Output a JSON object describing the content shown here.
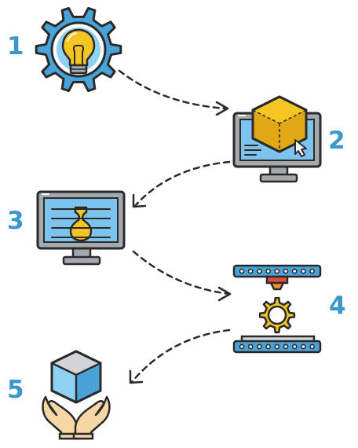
{
  "colors": {
    "number": "#3b96c9",
    "outline": "#2a2a2a",
    "blue": "#4aa3d8",
    "light_blue": "#8ed1f3",
    "screen_blue": "#7cc4ee",
    "yellow": "#f5c523",
    "dark_yellow": "#e2a714",
    "gray": "#a4a9ad",
    "light_gray": "#d1d5d8",
    "skin": "#f8d7a6",
    "red": "#e34b3c",
    "orange": "#f08c33",
    "white": "#ffffff"
  },
  "steps": [
    {
      "number": "1",
      "icon": "gear-lightbulb-icon"
    },
    {
      "number": "2",
      "icon": "monitor-3d-cube-icon"
    },
    {
      "number": "3",
      "icon": "monitor-vase-model-icon"
    },
    {
      "number": "4",
      "icon": "3d-printer-gear-icon"
    },
    {
      "number": "5",
      "icon": "hands-holding-cube-icon"
    }
  ]
}
